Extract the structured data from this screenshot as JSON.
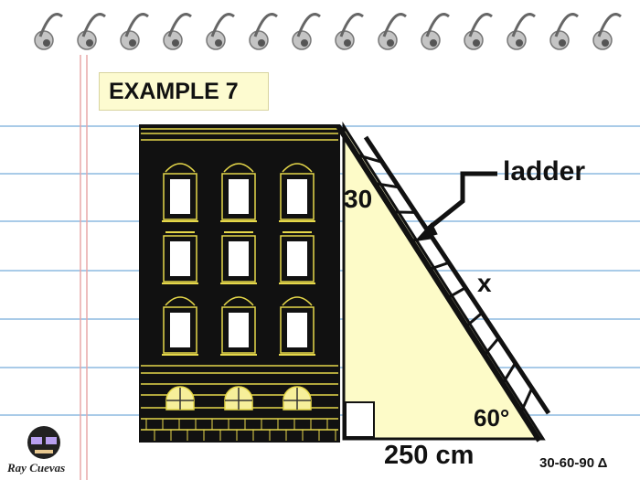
{
  "title": "EXAMPLE 7",
  "labels": {
    "angle_top": "30",
    "ladder": "ladder",
    "hypotenuse": "x",
    "angle_bottom": "60°",
    "base": "250 cm",
    "triangle_type": "30-60-90 Δ"
  },
  "author": "Ray Cuevas",
  "colors": {
    "ruled_line": "#a9cbe8",
    "margin_line": "#e8a8a8",
    "triangle_fill": "#fdfbc8",
    "building": "#111111",
    "building_detail": "#e6d84a",
    "window": "#ffffff",
    "lit_window": "#f6ef9a"
  },
  "icons": [
    "spiral-ring-icon",
    "author-avatar-icon",
    "right-angle-marker-icon",
    "arrow-icon"
  ]
}
